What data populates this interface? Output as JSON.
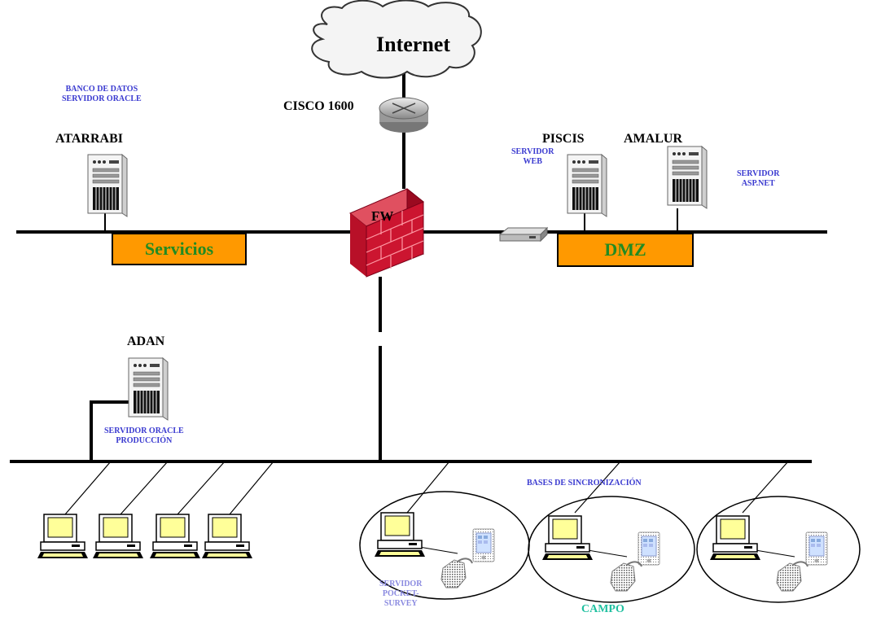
{
  "cloud_label": "Internet",
  "router_label": "CISCO 1600",
  "firewall_label": "FW",
  "servers": {
    "atarrabi": {
      "name": "ATARRABI",
      "role": "BANCO DE DATOS\nSERVIDOR ORACLE"
    },
    "piscis": {
      "name": "PISCIS",
      "role": "SERVIDOR\nWEB"
    },
    "amalur": {
      "name": "AMALUR",
      "role": "SERVIDOR\nASP.NET"
    },
    "adan": {
      "name": "ADAN",
      "role": "SERVIDOR ORACLE\nPRODUCCIÓN"
    }
  },
  "segments": {
    "servicios": "Servicios",
    "dmz": "DMZ"
  },
  "sync_label": "BASES DE SINCRONIZACIÓN",
  "pocket_label": "SERVIDOR\nPOCKET-\nSURVEY",
  "campo_label": "CAMPO",
  "colors": {
    "segment_fill": "#ff9900",
    "segment_text": "#228b22",
    "blue_text": "#3a3ad0",
    "campo_text": "#20c0a0",
    "firewall": "#c8102e",
    "monitor": "#ffff99"
  },
  "icons": [
    "cloud-icon",
    "router-icon",
    "firewall-icon",
    "server-icon",
    "switch-icon",
    "workstation-icon",
    "pda-icon",
    "phone-icon"
  ]
}
